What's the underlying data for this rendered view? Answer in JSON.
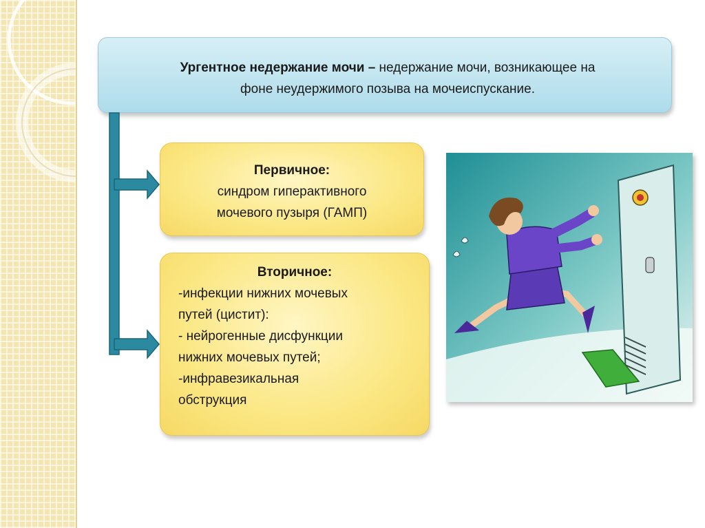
{
  "definition": {
    "term": "Ургентное недержание мочи –",
    "text_line1": " недержание мочи, возникающее на",
    "text_line2": "фоне  неудержимого позыва на мочеиспускание."
  },
  "primary": {
    "title": "Первичное:",
    "line1": "синдром гиперактивного",
    "line2": "мочевого пузыря (ГАМП)"
  },
  "secondary": {
    "title": "Вторичное:",
    "lines": [
      "-инфекции нижних мочевых",
      "путей (цистит):",
      "- нейрогенные дисфункции",
      "нижних мочевых путей;",
      "-инфравезикальная",
      "обструкция"
    ]
  },
  "colors": {
    "definition_fill": "#aedceb",
    "box_fill": "#fbe783",
    "connector": "#2c8aa0"
  },
  "illustration_icon": "woman-running-to-toilet-icon"
}
